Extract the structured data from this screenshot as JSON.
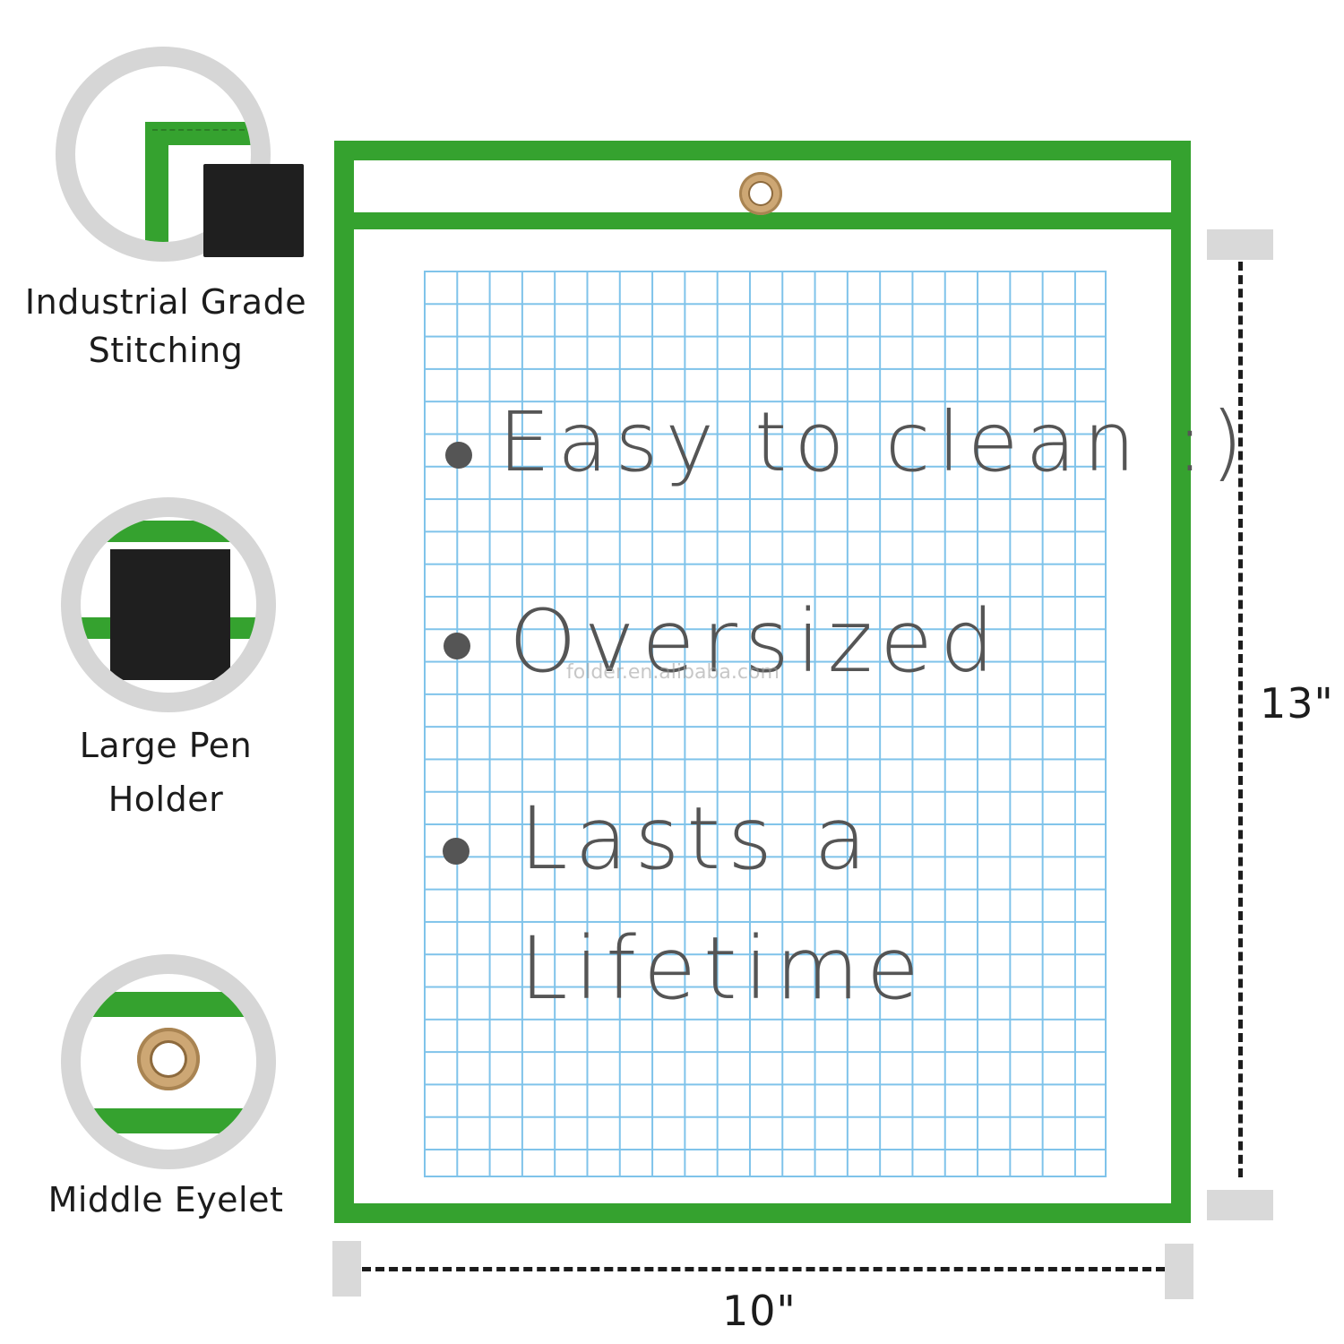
{
  "features": [
    {
      "caption_line1": "Industrial Grade",
      "caption_line2": "Stitching",
      "icon": "stitching-corner-icon"
    },
    {
      "caption_line1": "Large Pen",
      "caption_line2": "Holder",
      "icon": "pen-holder-icon"
    },
    {
      "caption_line1": "Middle Eyelet",
      "caption_line2": "",
      "icon": "eyelet-icon"
    }
  ],
  "notes": {
    "line1": "Easy to clean :)",
    "line2": "Oversized",
    "line3a": "Lasts a",
    "line3b": "Lifetime"
  },
  "watermark": "folder.en.alibaba.com",
  "dimensions": {
    "height": "13\"",
    "width": "10\""
  },
  "colors": {
    "trim": "#35a22f",
    "grid": "#7fc3ea",
    "marker": "#555555",
    "pen_holder": "#1f1f1f",
    "eyelet": "#cda774"
  }
}
